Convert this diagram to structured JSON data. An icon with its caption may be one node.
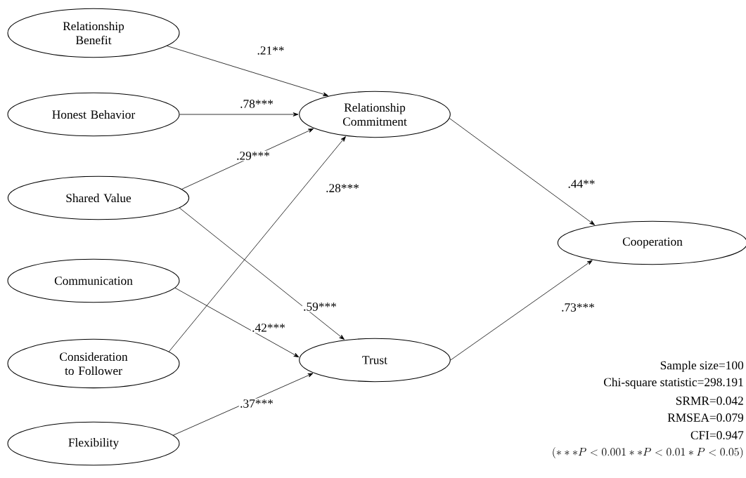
{
  "diagram": {
    "nodes": [
      {
        "text": [
          "Relationship Benefit"
        ]
      },
      {
        "text": [
          "Honest Behavior"
        ]
      },
      {
        "text": [
          "Shared Value"
        ]
      },
      {
        "text": [
          "Communication"
        ]
      },
      {
        "text": [
          "Consideration to Follower"
        ]
      },
      {
        "text": [
          "Flexibility"
        ]
      },
      {
        "text": [
          "Relationship Commitment"
        ]
      },
      {
        "text": [
          "Trust"
        ]
      },
      {
        "text": [
          "Cooperation"
        ]
      }
    ],
    "edges": [
      {
        "from": 0,
        "to": 6,
        "arrow": "to",
        "label": ".21**"
      },
      {
        "from": 1,
        "to": 6,
        "arrow": "to",
        "label": ".78***"
      },
      {
        "from": 2,
        "to": 6,
        "arrow": "to",
        "label": ".29***"
      },
      {
        "from": 4,
        "to": 6,
        "arrow": "to",
        "label": ".28***"
      },
      {
        "from": 2,
        "to": 7,
        "arrow": "to",
        "label": ".59***"
      },
      {
        "from": 3,
        "to": 7,
        "arrow": "to",
        "label": ".42***"
      },
      {
        "from": 5,
        "to": 7,
        "arrow": "to",
        "label": ".37***"
      },
      {
        "from": 6,
        "to": 8,
        "arrow": "to",
        "label": ".44**"
      },
      {
        "from": 7,
        "to": 8,
        "arrow": "to",
        "label": ".73***"
      }
    ],
    "labels": [
      "Sample size=100",
      "Chi-square statistic=298.191",
      "SRMR=0.042",
      "RMSEA=0.079",
      "CFI=0.947",
      "(***P<0.001**P<0.01*P<0.05)"
    ]
  }
}
